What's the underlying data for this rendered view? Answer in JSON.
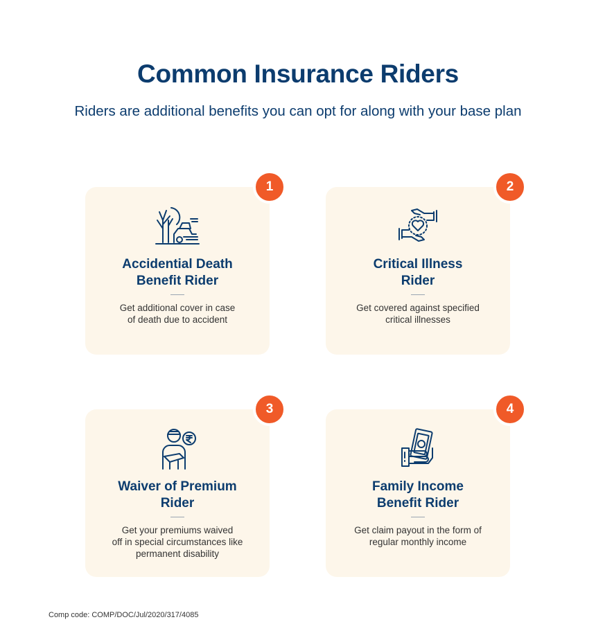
{
  "header": {
    "title": "Common Insurance Riders",
    "subtitle": "Riders are additional benefits you can opt for along with your base plan"
  },
  "cards": [
    {
      "number": "1",
      "icon": "accident-icon",
      "title_line1": "Accidential Death",
      "title_line2": "Benefit Rider",
      "desc_line1": "Get additional cover in case",
      "desc_line2": "of death due to accident",
      "desc_line3": ""
    },
    {
      "number": "2",
      "icon": "heart-hands-icon",
      "title_line1": "Critical Illness",
      "title_line2": "Rider",
      "desc_line1": "Get covered against specified",
      "desc_line2": "critical illnesses",
      "desc_line3": ""
    },
    {
      "number": "3",
      "icon": "injured-person-rupee-icon",
      "title_line1": "Waiver of Premium",
      "title_line2": "Rider",
      "desc_line1": "Get your premiums waived",
      "desc_line2": "off in special circumstances like",
      "desc_line3": "permanent disability"
    },
    {
      "number": "4",
      "icon": "hand-money-icon",
      "title_line1": "Family Income",
      "title_line2": "Benefit Rider",
      "desc_line1": "Get claim payout in the form of",
      "desc_line2": "regular monthly income",
      "desc_line3": ""
    }
  ],
  "footer": {
    "comp_code": "Comp code: COMP/DOC/Jul/2020/317/4085"
  },
  "colors": {
    "title": "#0c3c6e",
    "badge": "#f05a28",
    "card_bg": "#fdf6ea"
  }
}
